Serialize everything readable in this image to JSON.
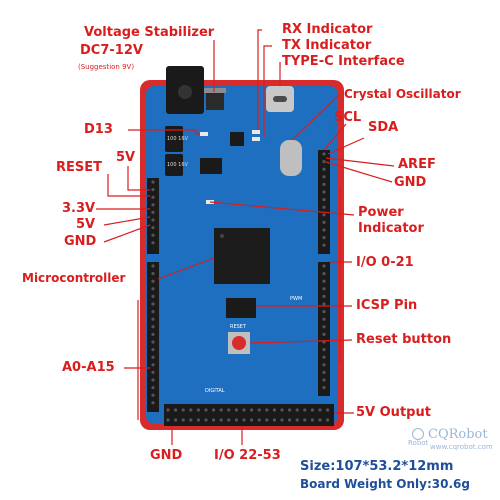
{
  "labels": {
    "voltage_stabilizer": "Voltage Stabilizer",
    "dc_input": "DC7-12V",
    "dc_suggestion": "(Suggestion 9V)",
    "rx_indicator": "RX Indicator",
    "tx_indicator": "TX Indicator",
    "typec_interface": "TYPE-C Interface",
    "crystal_oscillator": "Crystal Oscillator",
    "d13": "D13",
    "scl": "SCL",
    "sda": "SDA",
    "reset": "RESET",
    "five_v_top": "5V",
    "aref": "AREF",
    "gnd_right": "GND",
    "v33": "3.3V",
    "five_v_left": "5V",
    "gnd_left": "GND",
    "power_indicator_1": "Power",
    "power_indicator_2": "Indicator",
    "microcontroller": "Microcontroller",
    "io_0_21": "I/O 0-21",
    "icsp_pin": "ICSP Pin",
    "reset_button": "Reset button",
    "a0_a15": "A0-A15",
    "five_v_output": "5V Output",
    "gnd_bottom": "GND",
    "io_22_53": "I/O 22-53"
  },
  "specs": {
    "size": "Size:107*53.2*12mm",
    "weight": "Board Weight Only:30.6g"
  },
  "watermark": {
    "brand": "CQRobot",
    "url": "www.cqrobot.com",
    "mark": "Robot"
  },
  "board_silk": {
    "reset": "RESET",
    "pwm": "PWM",
    "digital": "DIGITAL",
    "cap_a": "100 16V",
    "cap_b": "100 16V"
  },
  "colors": {
    "label_red": "#d81e1e",
    "board_blue": "#1e6fc0",
    "board_edge": "#d82b2b",
    "header_black": "#1a1a1a",
    "spec_blue": "#1f4e9a"
  }
}
